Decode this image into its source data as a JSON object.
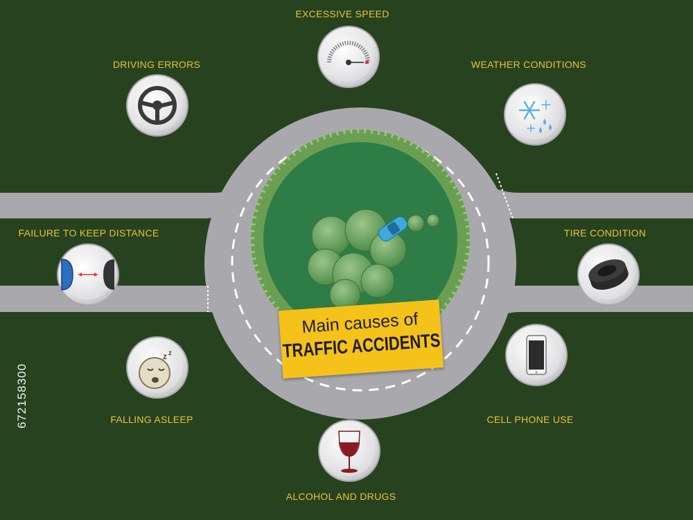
{
  "title": {
    "line1": "Main causes of",
    "line2": "TRAFFIC ACCIDENTS"
  },
  "causes": {
    "excessive_speed": "EXCESSIVE SPEED",
    "driving_errors": "DRIVING ERRORS",
    "weather_conditions": "WEATHER CONDITIONS",
    "failure_to_keep_distance": "FAILURE TO KEEP DISTANCE",
    "tire_condition": "TIRE CONDITION",
    "falling_asleep": "FALLING ASLEEP",
    "cell_phone_use": "CELL PHONE USE",
    "alcohol_and_drugs": "ALCOHOL AND DRUGS"
  },
  "icons": {
    "excessive_speed": "speedometer-icon",
    "driving_errors": "steering-wheel-icon",
    "weather_conditions": "snowflake-rain-icon",
    "failure_to_keep_distance": "car-distance-icon",
    "tire_condition": "tire-icon",
    "falling_asleep": "sleeping-face-icon",
    "cell_phone_use": "smartphone-icon",
    "alcohol_and_drugs": "wine-glass-icon"
  },
  "colors": {
    "background": "#27421f",
    "road": "#a9a8ad",
    "island": "#2e7d46",
    "label": "#e8c53a",
    "badge": "#f5c21a",
    "car": "#3fa9dc"
  },
  "stock_id": "672158300"
}
